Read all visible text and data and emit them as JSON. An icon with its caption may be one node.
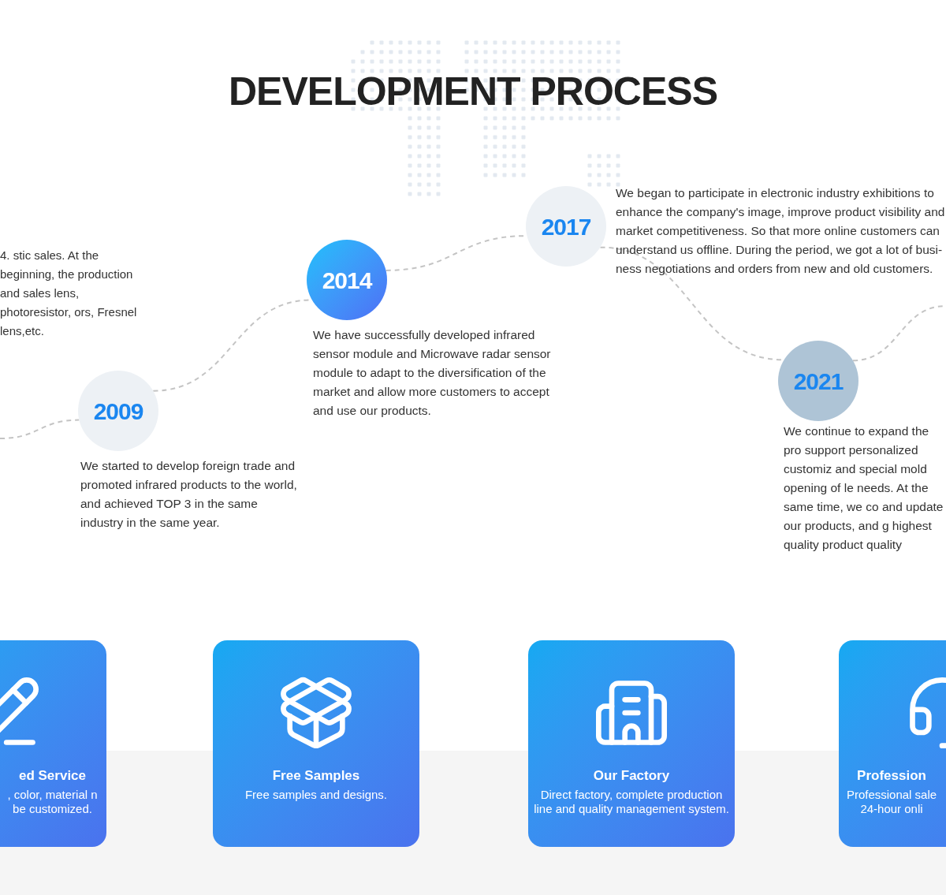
{
  "diagram": {
    "title": "DEVELOPMENT PROCESS",
    "nodes": [
      {
        "text": [
          "2009"
        ],
        "beside": [
          "We started to develop foreign trade and promoted infrared products to the world, and achieved TOP 3 in the same industry in the same year."
        ]
      },
      {
        "text": [
          "2014"
        ],
        "beside": [
          "We have successfully developed infrared sensor module and Microwave radar sensor module to adapt to the diversification of the market and allow more customers to accept and use our products."
        ]
      },
      {
        "text": [
          "2017"
        ],
        "beside": [
          "We began to participate in electronic industry exhibitions to enhance the company's image, improve product visibility and market competitiveness. So that more online customers can understand us offline. During the period, we got a lot of busi-ness negotiations and orders from new and old customers."
        ]
      },
      {
        "text": [
          "2021"
        ],
        "beside": [
          "We continue to expand the pro support personalized customiz and special mold opening of le needs. At the same time, we co and update our products, and g highest quality product quality"
        ]
      },
      {
        "text": [
          "ed Service",
          ", color, material n be customized."
        ]
      },
      {
        "text": [
          "Free Samples",
          "Free samples and designs."
        ]
      },
      {
        "text": [
          "Our Factory",
          "Direct factory, complete production line and quality management system."
        ]
      },
      {
        "text": [
          "Profession",
          "Professional sale 24-hour onli"
        ]
      }
    ],
    "edges": [
      {
        "from": null,
        "to": 0,
        "arrow": "none",
        "style": "dashed"
      },
      {
        "from": 0,
        "to": 1,
        "arrow": "none",
        "style": "dashed"
      },
      {
        "from": 1,
        "to": 2,
        "arrow": "none",
        "style": "dashed"
      },
      {
        "from": 2,
        "to": 3,
        "arrow": "none",
        "style": "dashed"
      },
      {
        "from": 3,
        "to": null,
        "arrow": "none",
        "style": "dashed"
      }
    ],
    "labels": [
      "4. stic sales. At the beginning, the production and sales lens, photoresistor, ors, Fresnel lens,etc."
    ]
  }
}
